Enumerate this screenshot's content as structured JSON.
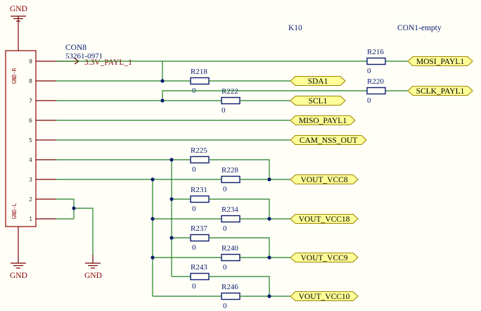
{
  "connector": {
    "designator": "CON8",
    "part_number": "53261-0971",
    "gnd_r_label": "GND-R",
    "gnd_l_label": "GND-L",
    "pins": [
      "9",
      "8",
      "7",
      "6",
      "5",
      "4",
      "3",
      "2",
      "1"
    ]
  },
  "gnd_labels": [
    "GND",
    "GND",
    "GND"
  ],
  "power_net": "3.3V_PAYL_1",
  "headers": {
    "k10": "K10",
    "con1": "CON1-empty"
  },
  "resistors": [
    {
      "ref": "R216",
      "value": "0"
    },
    {
      "ref": "R218",
      "value": "0"
    },
    {
      "ref": "R220",
      "value": "0"
    },
    {
      "ref": "R222",
      "value": "0"
    },
    {
      "ref": "R225",
      "value": "0"
    },
    {
      "ref": "R228",
      "value": "0"
    },
    {
      "ref": "R231",
      "value": "0"
    },
    {
      "ref": "R234",
      "value": "0"
    },
    {
      "ref": "R237",
      "value": "0"
    },
    {
      "ref": "R240",
      "value": "0"
    },
    {
      "ref": "R243",
      "value": "0"
    },
    {
      "ref": "R246",
      "value": "0"
    }
  ],
  "net_ports": [
    "MOSI_PAYL1",
    "SDA1",
    "SCLK_PAYL1",
    "SCL1",
    "MISO_PAYL1",
    "CAM_NSS_OUT",
    "VOUT_VCC8",
    "VOUT_VCC18",
    "VOUT_VCC9",
    "VOUT_VCC10"
  ]
}
